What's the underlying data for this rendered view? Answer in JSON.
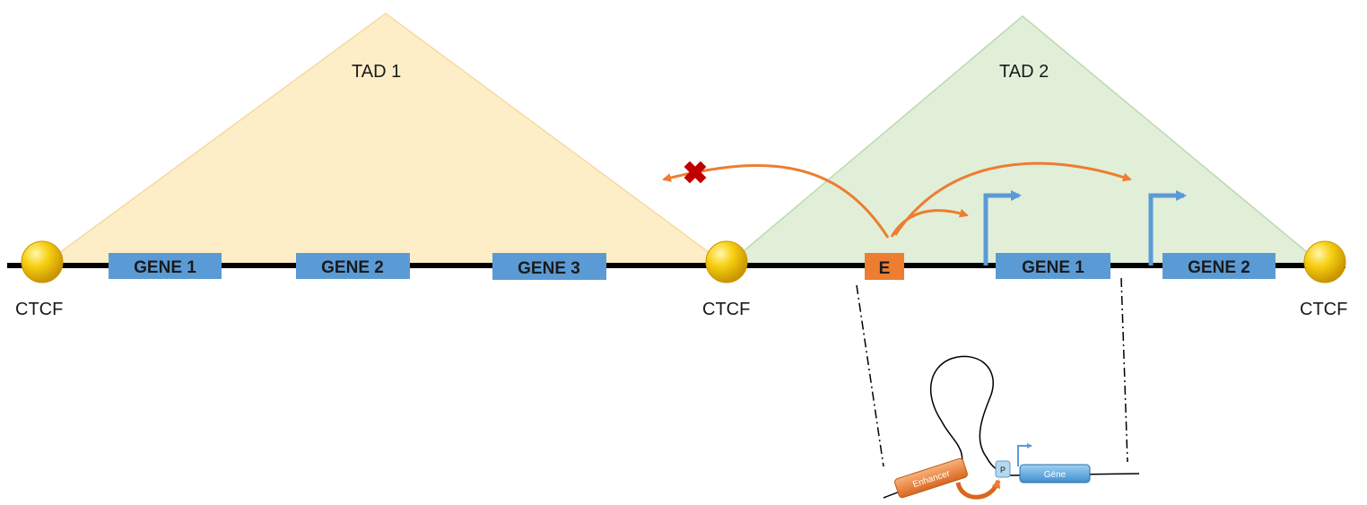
{
  "tads": [
    {
      "label": "TAD 1",
      "color": "#fdeec8"
    },
    {
      "label": "TAD 2",
      "color": "#e1efd9"
    }
  ],
  "ctcf_label": "CTCF",
  "tad1_genes": [
    "GENE 1",
    "GENE 2",
    "GENE 3"
  ],
  "tad2_genes": [
    "GENE 1",
    "GENE 2"
  ],
  "enhancer_label": "E",
  "inset": {
    "enhancer": "Enhancer",
    "promoter": "P",
    "gene": "Gène"
  },
  "colors": {
    "gene": "#5b9bd5",
    "enhancer": "#ed7d31",
    "arrow": "#ed7d31",
    "block": "#c00000",
    "ctcf": "#f5c400",
    "chromatin": "#000000"
  }
}
